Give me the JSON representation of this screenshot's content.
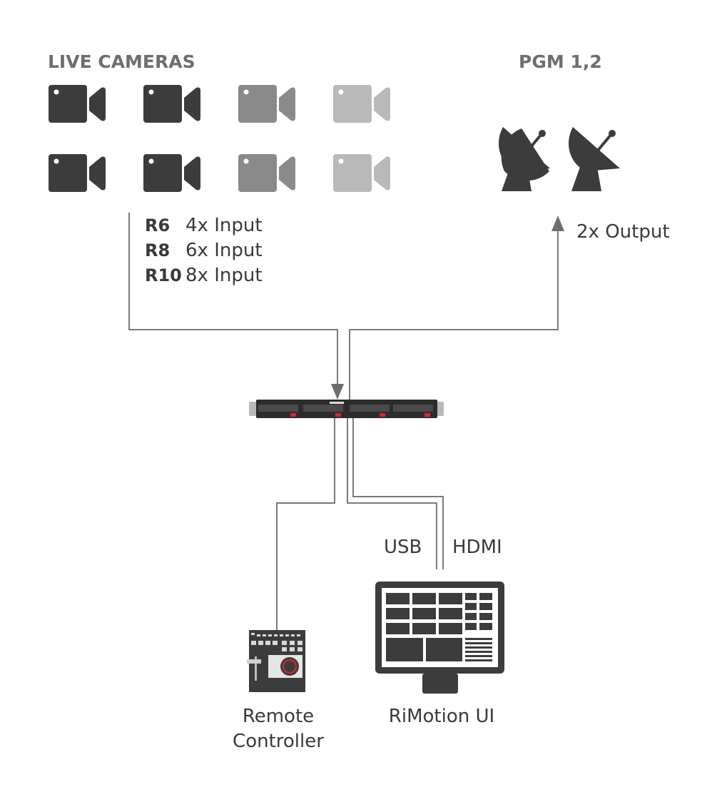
{
  "cameras_title": "LIVE CAMERAS",
  "pgm_title": "PGM 1,2",
  "cameras": [
    {
      "color": "#3c3c3c"
    },
    {
      "color": "#3c3c3c"
    },
    {
      "color": "#8a8a8a"
    },
    {
      "color": "#b9b9b9"
    },
    {
      "color": "#3c3c3c"
    },
    {
      "color": "#3c3c3c"
    },
    {
      "color": "#8a8a8a"
    },
    {
      "color": "#b9b9b9"
    }
  ],
  "models": [
    {
      "model": "R6",
      "inputs": "4x Input"
    },
    {
      "model": "R8",
      "inputs": "6x Input"
    },
    {
      "model": "R10",
      "inputs": "8x Input"
    }
  ],
  "output_label": "2x Output",
  "usb_label": "USB",
  "hdmi_label": "HDMI",
  "remote_label_line1": "Remote",
  "remote_label_line2": "Controller",
  "ui_label": "RiMotion UI",
  "colors": {
    "dark": "#3c3c3c",
    "line": "#7a7a7a",
    "accent_red": "#d8262c"
  },
  "icons": {
    "camera": "video-camera-icon",
    "satellite": "satellite-dish-icon",
    "server": "rack-server-icon",
    "controller": "remote-controller-icon",
    "monitor": "monitor-icon"
  }
}
